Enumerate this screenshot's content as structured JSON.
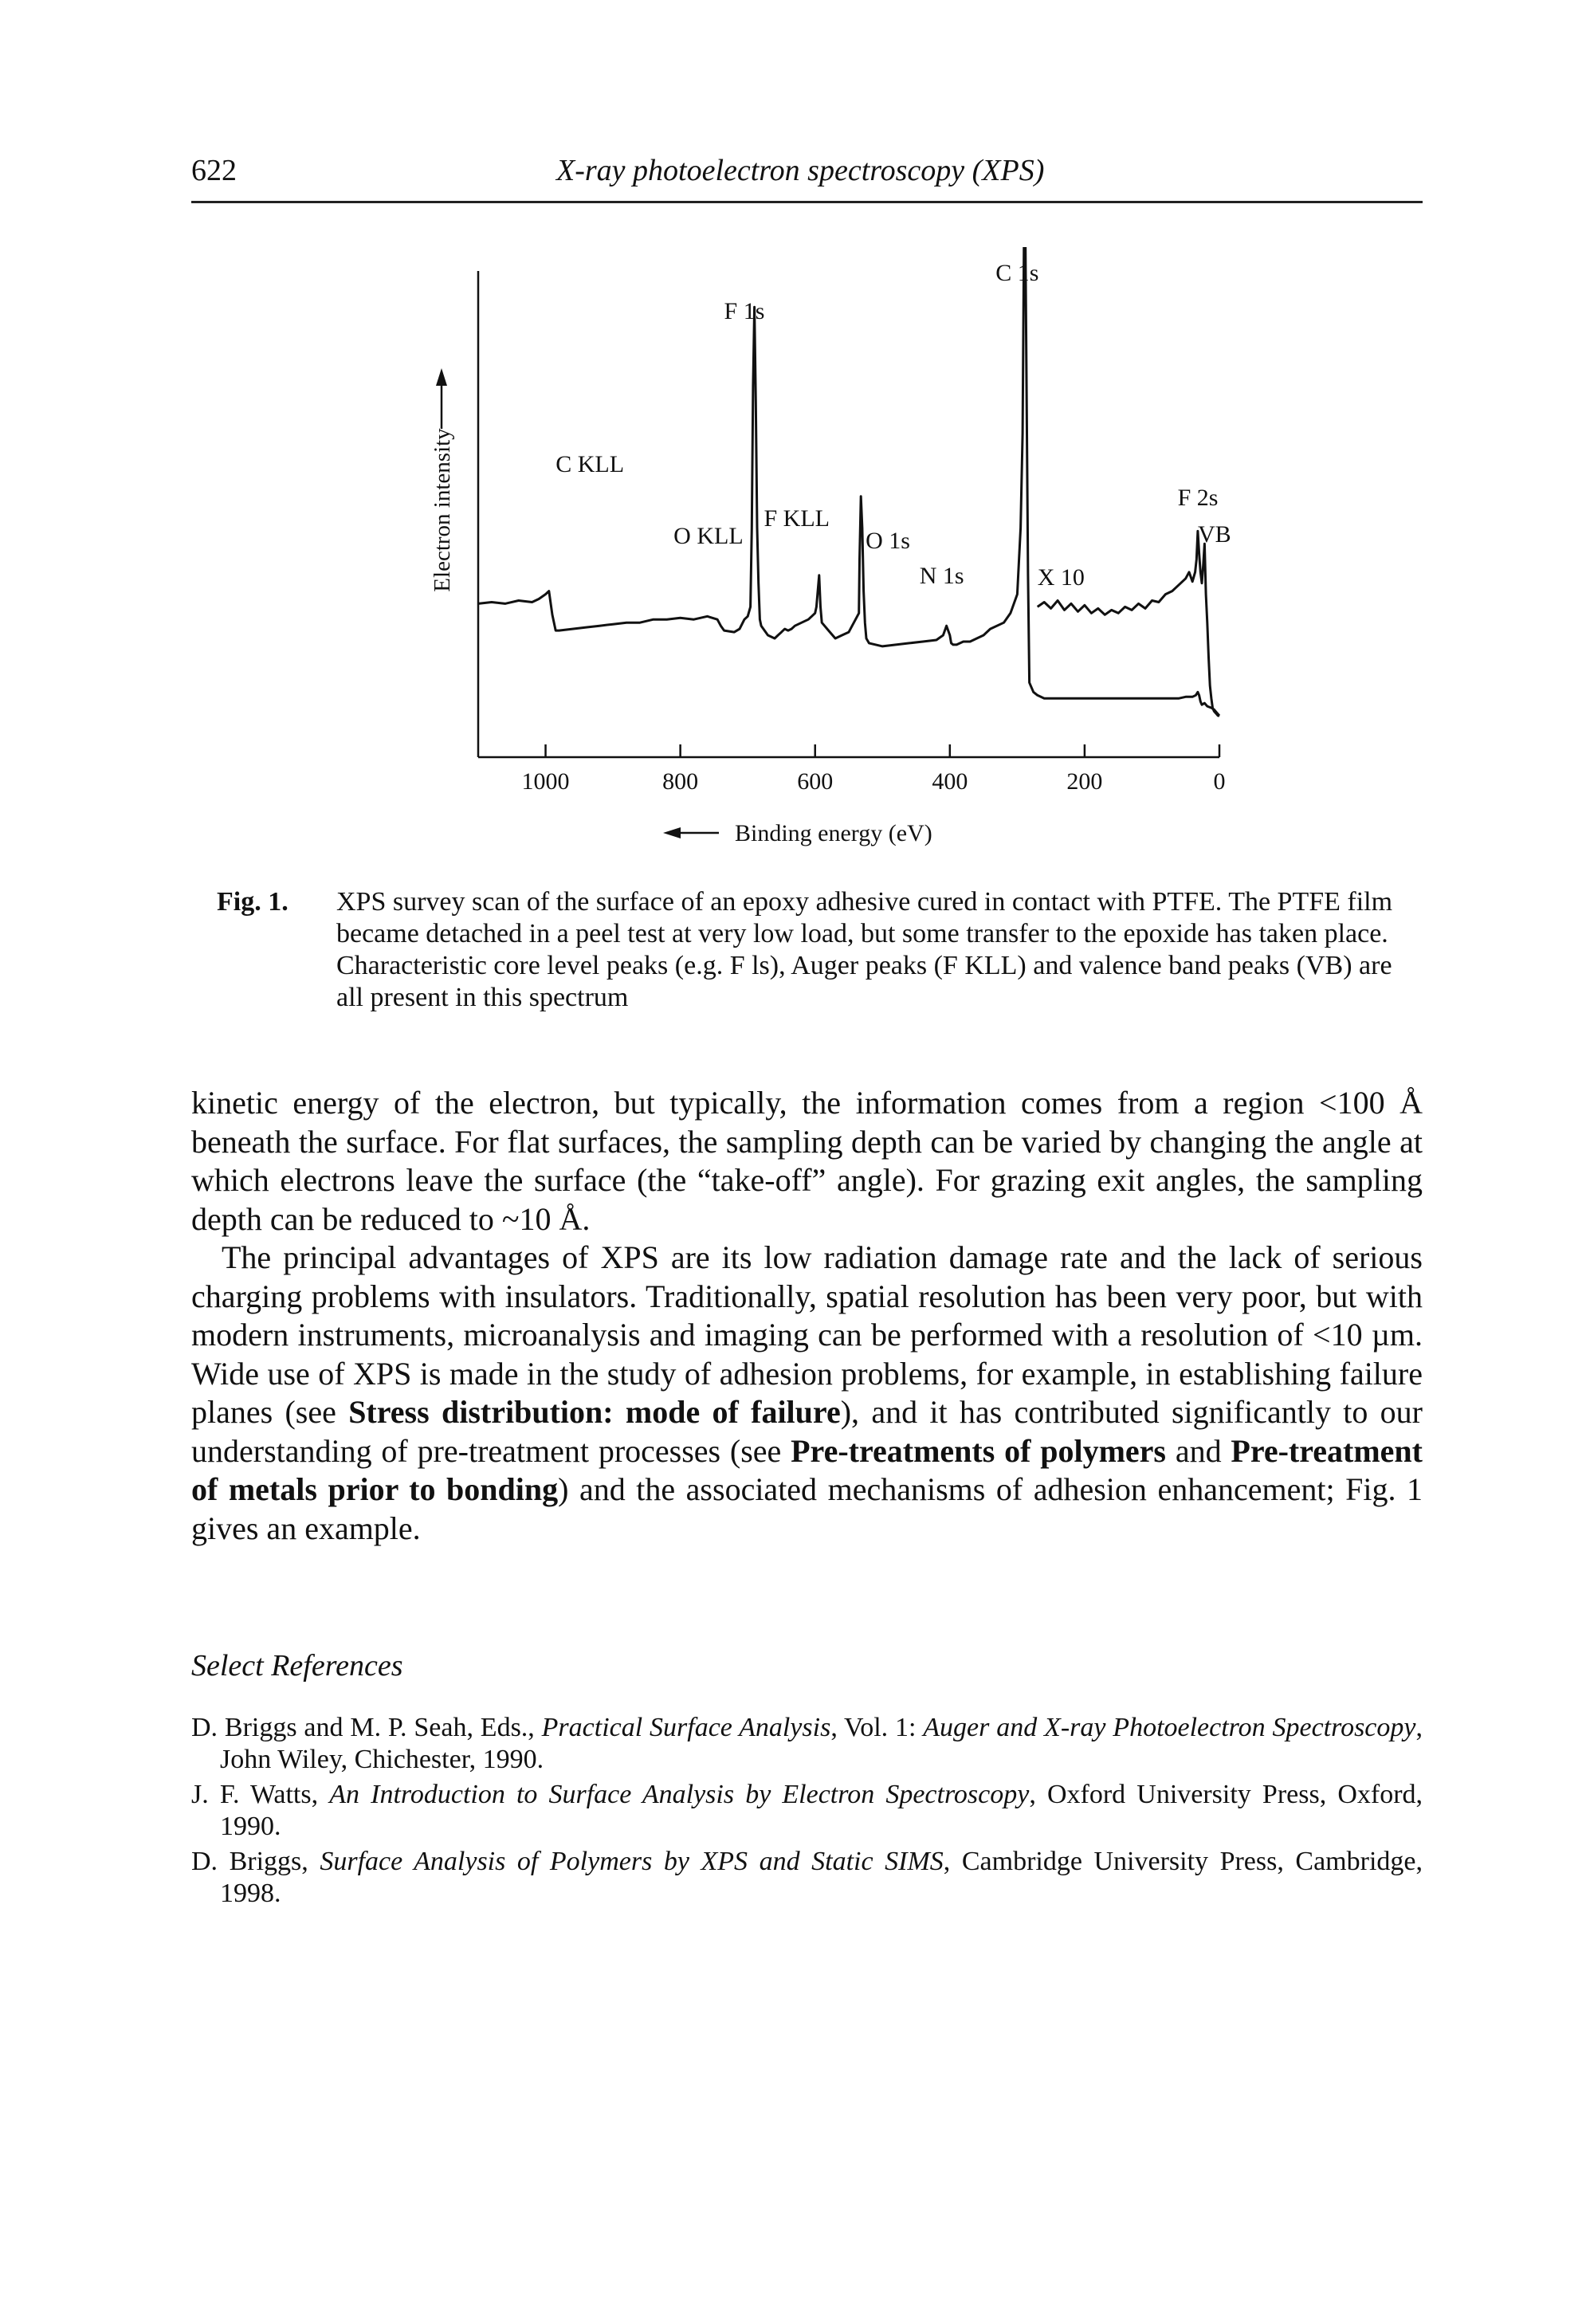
{
  "header": {
    "page_number": "622",
    "running_head": "X-ray photoelectron spectroscopy (XPS)"
  },
  "figure": {
    "y_axis_label": "Electron intensity",
    "x_axis_label": "Binding energy (eV)",
    "x_ticks": [
      "1000",
      "800",
      "600",
      "400",
      "200",
      "0"
    ],
    "peak_labels": {
      "c1s": "C 1s",
      "f1s": "F 1s",
      "ckll": "C KLL",
      "okll": "O KLL",
      "fkll": "F KLL",
      "o1s": "O 1s",
      "n1s": "N 1s",
      "x10": "X 10",
      "f2s": "F 2s",
      "vb": "VB"
    }
  },
  "chart_data": {
    "type": "line",
    "xlabel": "Binding energy (eV)",
    "ylabel": "Electron intensity",
    "x_ticks": [
      1000,
      800,
      600,
      400,
      200,
      0
    ],
    "xlim": [
      1100,
      0
    ],
    "x_reversed": true,
    "series": [
      {
        "x": [
          1100,
          1080,
          1060,
          1040,
          1020,
          1010,
          1000,
          995,
          990,
          985,
          980,
          960,
          940,
          920,
          900,
          880,
          860,
          840,
          820,
          800,
          780,
          760,
          745,
          740,
          735,
          720,
          712,
          705,
          700,
          696,
          694,
          692,
          690,
          688,
          686,
          684,
          682,
          680,
          670,
          660,
          655,
          650,
          645,
          640,
          635,
          630,
          620,
          610,
          605,
          600,
          598,
          596,
          594,
          592,
          590,
          580,
          570,
          560,
          550,
          545,
          540,
          535,
          534,
          532,
          530,
          528,
          526,
          524,
          520,
          510,
          500,
          480,
          460,
          440,
          420,
          410,
          405,
          400,
          398,
          395,
          390,
          380,
          370,
          360,
          350,
          340,
          320,
          310,
          300,
          295,
          292,
          290,
          288,
          286,
          284,
          282,
          280,
          276,
          270,
          260,
          240,
          220,
          200,
          160,
          120,
          80,
          60,
          50,
          40,
          35,
          32,
          30,
          28,
          26,
          22,
          18,
          12,
          8,
          4,
          0
        ],
        "y": [
          72,
          73,
          72,
          74,
          73,
          75,
          78,
          80,
          65,
          55,
          55,
          56,
          57,
          58,
          59,
          60,
          60,
          62,
          62,
          63,
          62,
          64,
          62,
          58,
          55,
          54,
          56,
          62,
          64,
          70,
          120,
          210,
          260,
          200,
          120,
          85,
          62,
          58,
          52,
          50,
          52,
          54,
          56,
          55,
          56,
          58,
          60,
          62,
          64,
          66,
          70,
          80,
          90,
          70,
          60,
          55,
          50,
          52,
          54,
          58,
          62,
          66,
          100,
          140,
          120,
          80,
          60,
          50,
          47,
          46,
          45,
          46,
          47,
          48,
          49,
          52,
          58,
          52,
          47,
          46,
          46,
          48,
          48,
          50,
          52,
          56,
          60,
          66,
          78,
          120,
          180,
          300,
          310,
          200,
          90,
          22,
          20,
          16,
          14,
          12,
          12,
          12,
          12,
          12,
          12,
          12,
          12,
          13,
          13,
          14,
          16,
          14,
          10,
          8,
          9,
          7,
          6,
          5,
          3,
          1
        ]
      },
      {
        "name": "X 10",
        "x": [
          270,
          260,
          250,
          240,
          230,
          220,
          210,
          200,
          190,
          180,
          170,
          160,
          150,
          140,
          130,
          120,
          110,
          100,
          90,
          80,
          70,
          60,
          50,
          45,
          40,
          36,
          34,
          32,
          30,
          28,
          26,
          24,
          22,
          20,
          18,
          16,
          14,
          12,
          10,
          8,
          6,
          4,
          2,
          0
        ],
        "y": [
          70,
          73,
          69,
          74,
          68,
          72,
          67,
          71,
          66,
          69,
          65,
          68,
          66,
          70,
          68,
          72,
          69,
          74,
          73,
          78,
          80,
          84,
          88,
          92,
          86,
          92,
          100,
          118,
          104,
          92,
          85,
          96,
          110,
          78,
          60,
          38,
          20,
          12,
          6,
          4,
          3,
          2,
          1,
          1
        ]
      }
    ]
  },
  "caption": {
    "label": "Fig. 1.",
    "text": "XPS survey scan of the surface of an epoxy adhesive cured in contact with PTFE. The PTFE film became detached in a peel test at very low load, but some transfer to the epoxide has taken place. Characteristic core level peaks (e.g. F ls), Auger peaks (F KLL) and valence band peaks (VB) are all present in this spectrum"
  },
  "body": {
    "p1": "kinetic energy of the electron, but typically, the information comes from a region <100 Å beneath the surface. For flat surfaces, the sampling depth can be varied by changing the angle at which electrons leave the surface (the “take-off” angle). For grazing exit angles, the sampling depth can be reduced to ~10 Å.",
    "p2_a": "The principal advantages of XPS are its low radiation damage rate and the lack of serious charging problems with insulators. Traditionally, spatial resolution has been very poor, but with modern instruments, microanalysis and imaging can be performed with a resolution of <10 µm. Wide use of XPS is made in the study of adhesion problems, for example, in establishing failure planes (see ",
    "p2_link1": "Stress distribution: mode of failure",
    "p2_b": "), and it has contributed significantly to our understanding of pre-treatment processes (see ",
    "p2_link2": "Pre-treatments of polymers",
    "p2_c": " and ",
    "p2_link3": "Pre-treatment of metals prior to bonding",
    "p2_d": ") and the associated mechanisms of adhesion enhancement; Fig. 1 gives an example."
  },
  "references": {
    "heading": "Select References",
    "items": [
      {
        "a": "D. Briggs and M. P. Seah, Eds., ",
        "t1": "Practical Surface Analysis",
        "b": ", Vol. 1: ",
        "t2": "Auger and X-ray Photoelectron Spectroscopy",
        "c": ", John Wiley, Chichester, 1990."
      },
      {
        "a": "J. F. Watts, ",
        "t1": "An Introduction to Surface Analysis by Electron Spectroscopy",
        "c": ", Oxford University Press, Oxford, 1990."
      },
      {
        "a": "D. Briggs, ",
        "t1": "Surface Analysis of Polymers by XPS and Static SIMS",
        "c": ", Cambridge University Press, Cambridge, 1998."
      }
    ]
  }
}
